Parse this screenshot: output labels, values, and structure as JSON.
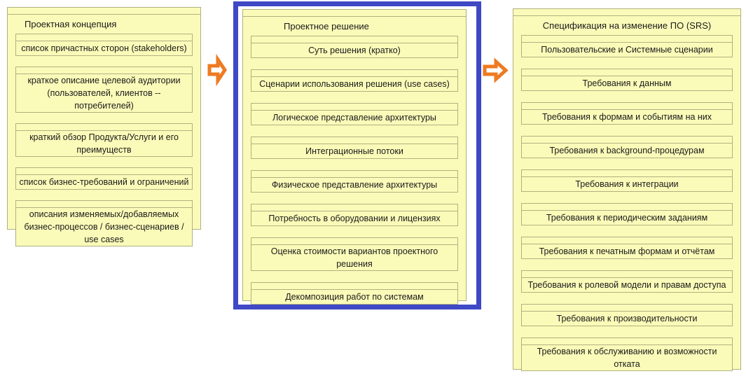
{
  "diagram": {
    "panels": [
      {
        "title": "Проектная концепция",
        "selected": false,
        "items": [
          "список причастных сторон (stakeholders)",
          "краткое описание целевой аудитории (пользователей, клиентов -- потребителей)",
          "краткий обзор Продукта/Услуги и его преимуществ",
          "список бизнес-требований и ограничений",
          "описания изменяемых/добавляемых бизнес-процессов / бизнес-сценариев / use cases"
        ]
      },
      {
        "title": "Проектное решение",
        "selected": true,
        "items": [
          "Суть решения (кратко)",
          "Сценарии использования решения (use cases)",
          "Логическое представление архитектуры",
          "Интеграционные потоки",
          "Физическое представление архитектуры",
          "Потребность в оборудовании и лицензиях",
          "Оценка стоимости вариантов проектного решения",
          "Декомпозиция работ по системам"
        ]
      },
      {
        "title": "Спецификация на изменение ПО (SRS)",
        "selected": false,
        "items": [
          "Пользовательские и Системные сценарии",
          "Требования к данным",
          "Требования к формам и событиям на них",
          "Требования к background-процедурам",
          "Требования к интеграции",
          "Требования к периодическим заданиям",
          "Требования к печатным формам и отчётам",
          "Требования к ролевой модели и правам доступа",
          "Требования к производительности",
          "Требования к обслуживанию и возможности отката"
        ]
      }
    ],
    "arrows": [
      {
        "icon": "arrow-right-icon",
        "from": "Проектная концепция",
        "to": "Проектное решение"
      },
      {
        "icon": "arrow-right-icon",
        "from": "Проектное решение",
        "to": "Спецификация на изменение ПО (SRS)"
      }
    ],
    "colors": {
      "node_fill": "#fbfbb9",
      "node_border": "#b0b081",
      "selection_border": "#3f48c5",
      "arrow_stroke": "#ee7a21",
      "arrow_fill": "#ffffff",
      "text": "#1a1a1a",
      "background": "#ffffff"
    }
  }
}
